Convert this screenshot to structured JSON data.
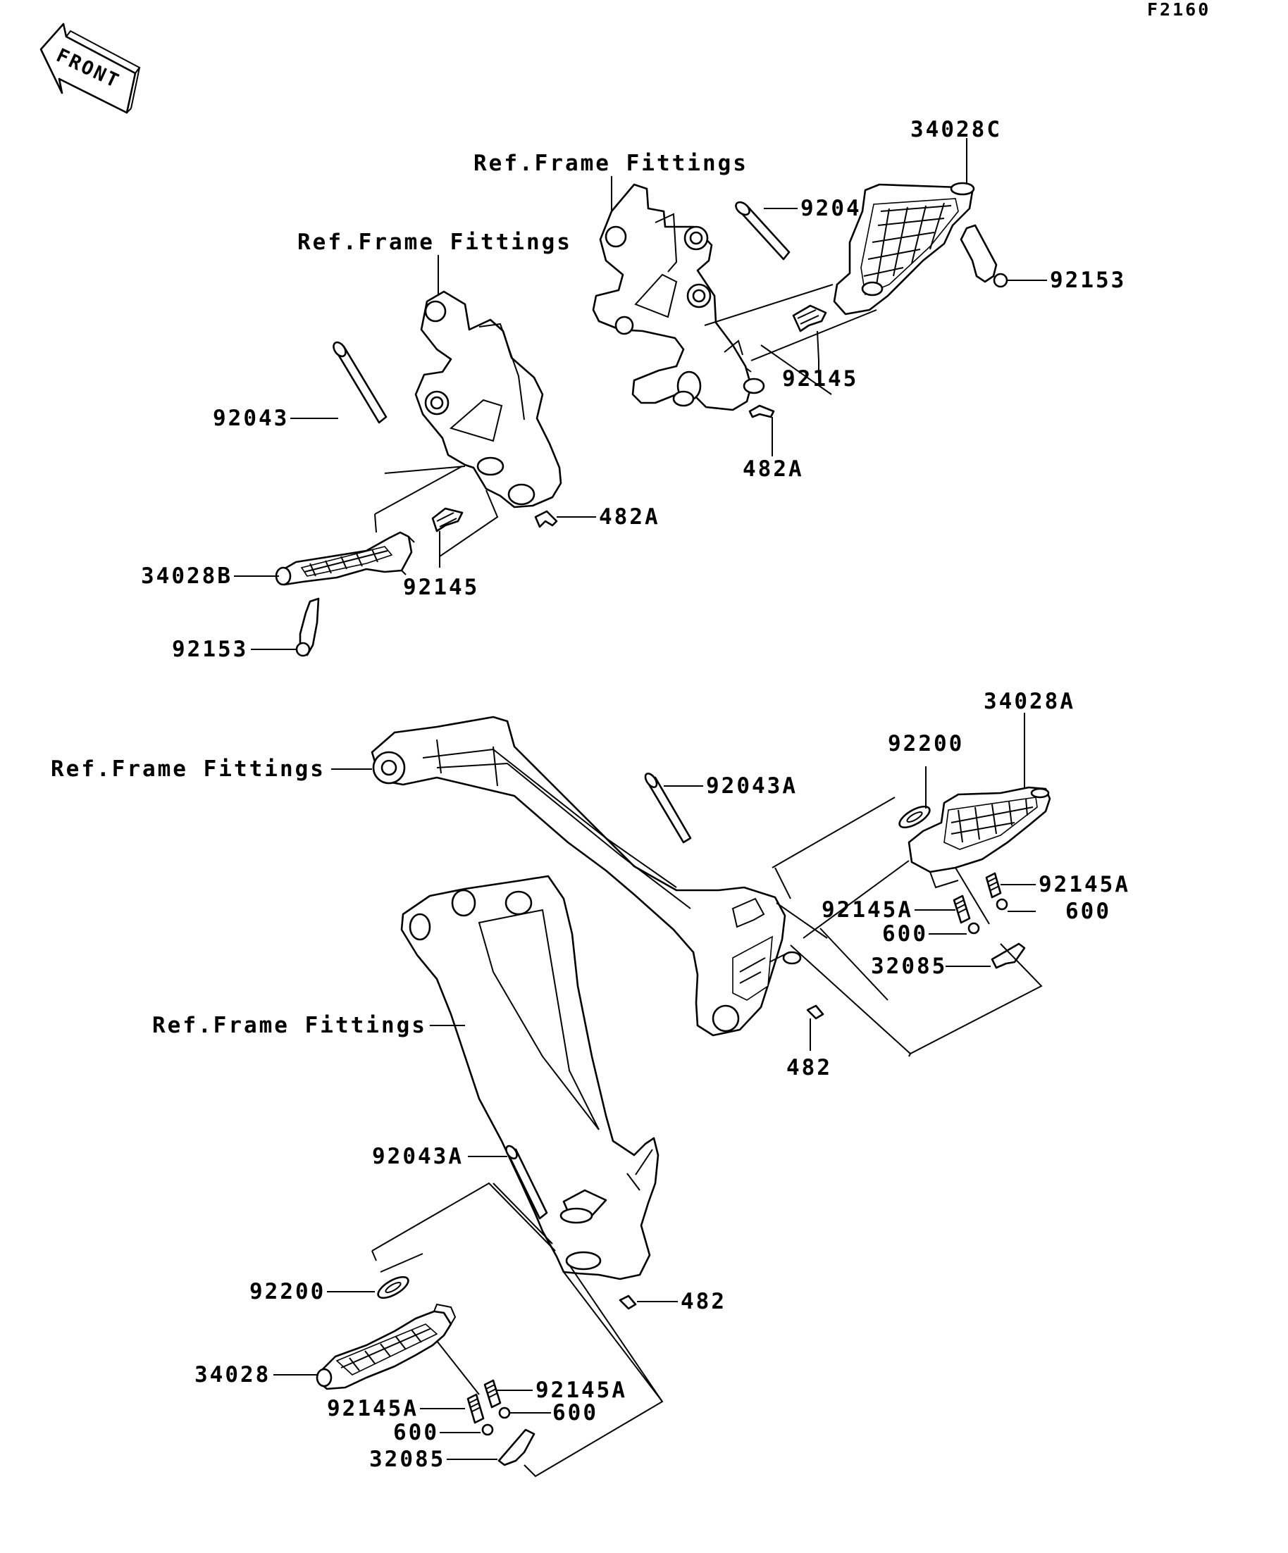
{
  "diagram_code": "F2160",
  "front_arrow": {
    "text": "FRONT"
  },
  "labels": {
    "ref_frame_1": "Ref.Frame Fittings",
    "ref_frame_2": "Ref.Frame Fittings",
    "ref_frame_3": "Ref.Frame Fittings",
    "ref_frame_4": "Ref.Frame Fittings",
    "p34028C": "34028C",
    "p92043_r": "92043",
    "p92153_r": "92153",
    "p92145_r": "92145",
    "p482A_r": "482A",
    "p92043_l": "92043",
    "p482A_l": "482A",
    "p34028B": "34028B",
    "p92145_l": "92145",
    "p92153_l": "92153",
    "p34028A": "34028A",
    "p92200_r": "92200",
    "p92043A_r": "92043A",
    "p92145A_r1": "92145A",
    "p92145A_r2": "92145A",
    "p600_r1": "600",
    "p600_r2": "600",
    "p32085_r": "32085",
    "p482_r": "482",
    "p92043A_l": "92043A",
    "p482_l": "482",
    "p92200_l": "92200",
    "p34028": "34028",
    "p92145A_l1": "92145A",
    "p92145A_l2": "92145A",
    "p600_l1": "600",
    "p600_l2": "600",
    "p32085_l": "32085"
  },
  "icons": [
    "front-arrow-icon"
  ]
}
